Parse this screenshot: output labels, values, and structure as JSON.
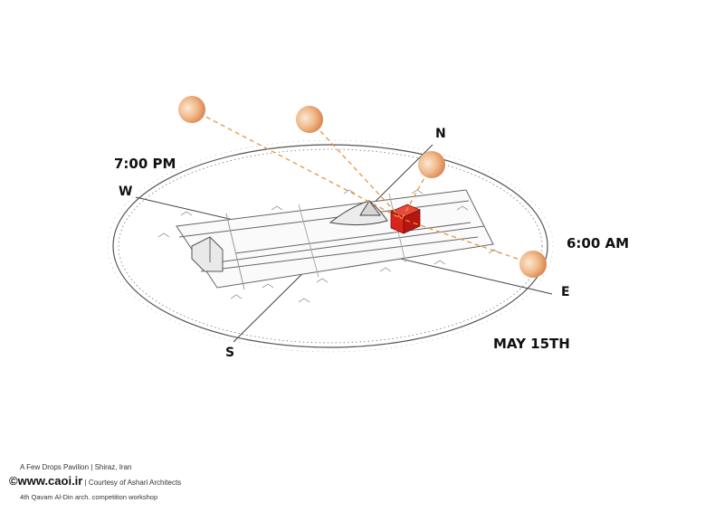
{
  "labels": {
    "time_pm": "7:00 PM",
    "time_am": "6:00 AM",
    "date": "MAY 15TH",
    "north": "N",
    "south": "S",
    "east": "E",
    "west": "W"
  },
  "credits": {
    "project": "A Few Drops Pavilion",
    "separator": "|",
    "location": "Shiraz, Iran",
    "copyright_symbol": "©",
    "website": "www.caoi.ir",
    "courtesy": "Courtesy of Ashari Architects",
    "workshop": "4th Qavam Al-Din arch. competition workshop"
  },
  "colors": {
    "sun_light": "#f6d7b8",
    "sun_dark": "#d98c55",
    "sun_ray": "#e8953a",
    "pavilion": "#d9231c",
    "ink": "#222222"
  }
}
